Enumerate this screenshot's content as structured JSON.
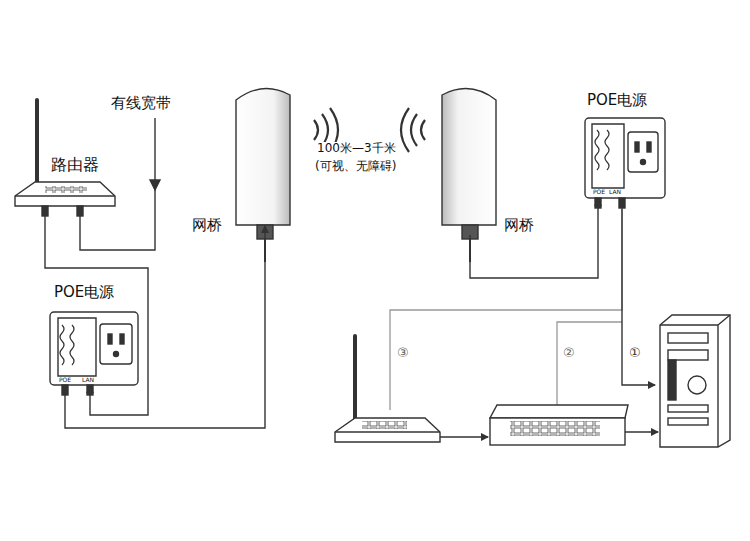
{
  "diagram": {
    "nodes": [
      {
        "text": [
          "路由器"
        ]
      },
      {
        "text": [
          "POE电源"
        ]
      },
      {
        "text": [
          "网桥"
        ]
      },
      {
        "text": [
          "网桥"
        ]
      },
      {
        "text": [
          "POE电源"
        ]
      }
    ],
    "edges": [
      {
        "from": 0,
        "to": 1,
        "arrow": "to"
      },
      {
        "from": 1,
        "to": 2,
        "arrow": "to"
      },
      {
        "from": 3,
        "to": 4,
        "arrow": "to"
      }
    ],
    "labels": [
      "有线宽带",
      "100米—3千米",
      "(可视、无障碍)",
      "③",
      "②",
      "①",
      "POE",
      "LAN",
      "POE",
      "LAN"
    ]
  }
}
